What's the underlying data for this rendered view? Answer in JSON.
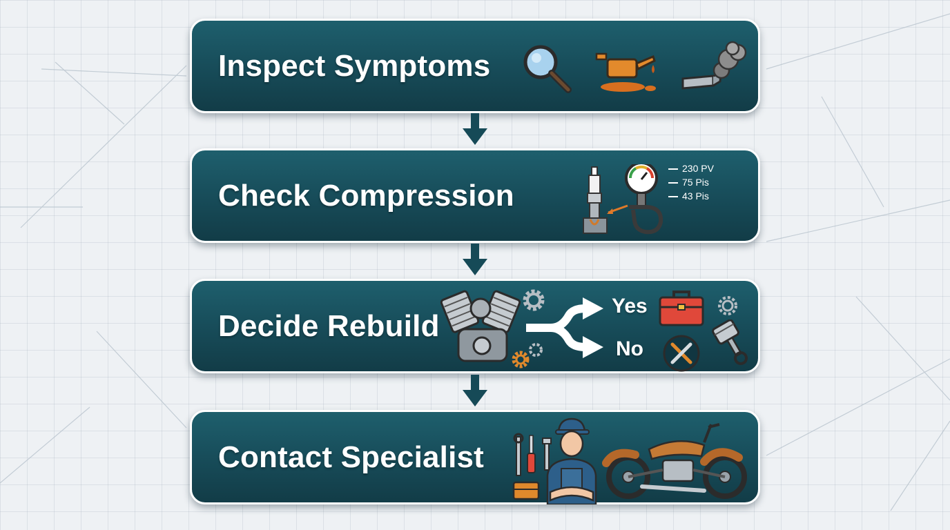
{
  "steps": [
    {
      "title": "Inspect Symptoms"
    },
    {
      "title": "Check Compression"
    },
    {
      "title": "Decide Rebuild"
    },
    {
      "title": "Contact Specialist"
    }
  ],
  "compression": {
    "readings": [
      "230 PV",
      "75 Pis",
      "43 Pis"
    ]
  },
  "decision": {
    "yes_label": "Yes",
    "no_label": "No"
  },
  "colors": {
    "box_top": "#1e5f6d",
    "box_bottom": "#123c47",
    "arrow": "#164a57",
    "accent_orange": "#e08a2c",
    "accent_red": "#e0483a"
  },
  "icons": {
    "step1": [
      "magnifier-icon",
      "oil-leak-icon",
      "exhaust-smoke-icon"
    ],
    "step2": [
      "spark-plug-icon",
      "compression-gauge-icon"
    ],
    "step3": [
      "v-twin-engine-icon",
      "gears-icon",
      "fork-arrow-icon",
      "toolbox-icon",
      "tools-icon",
      "piston-icon"
    ],
    "step4": [
      "hand-tools-icon",
      "mechanic-icon",
      "vintage-motorcycle-icon"
    ]
  }
}
